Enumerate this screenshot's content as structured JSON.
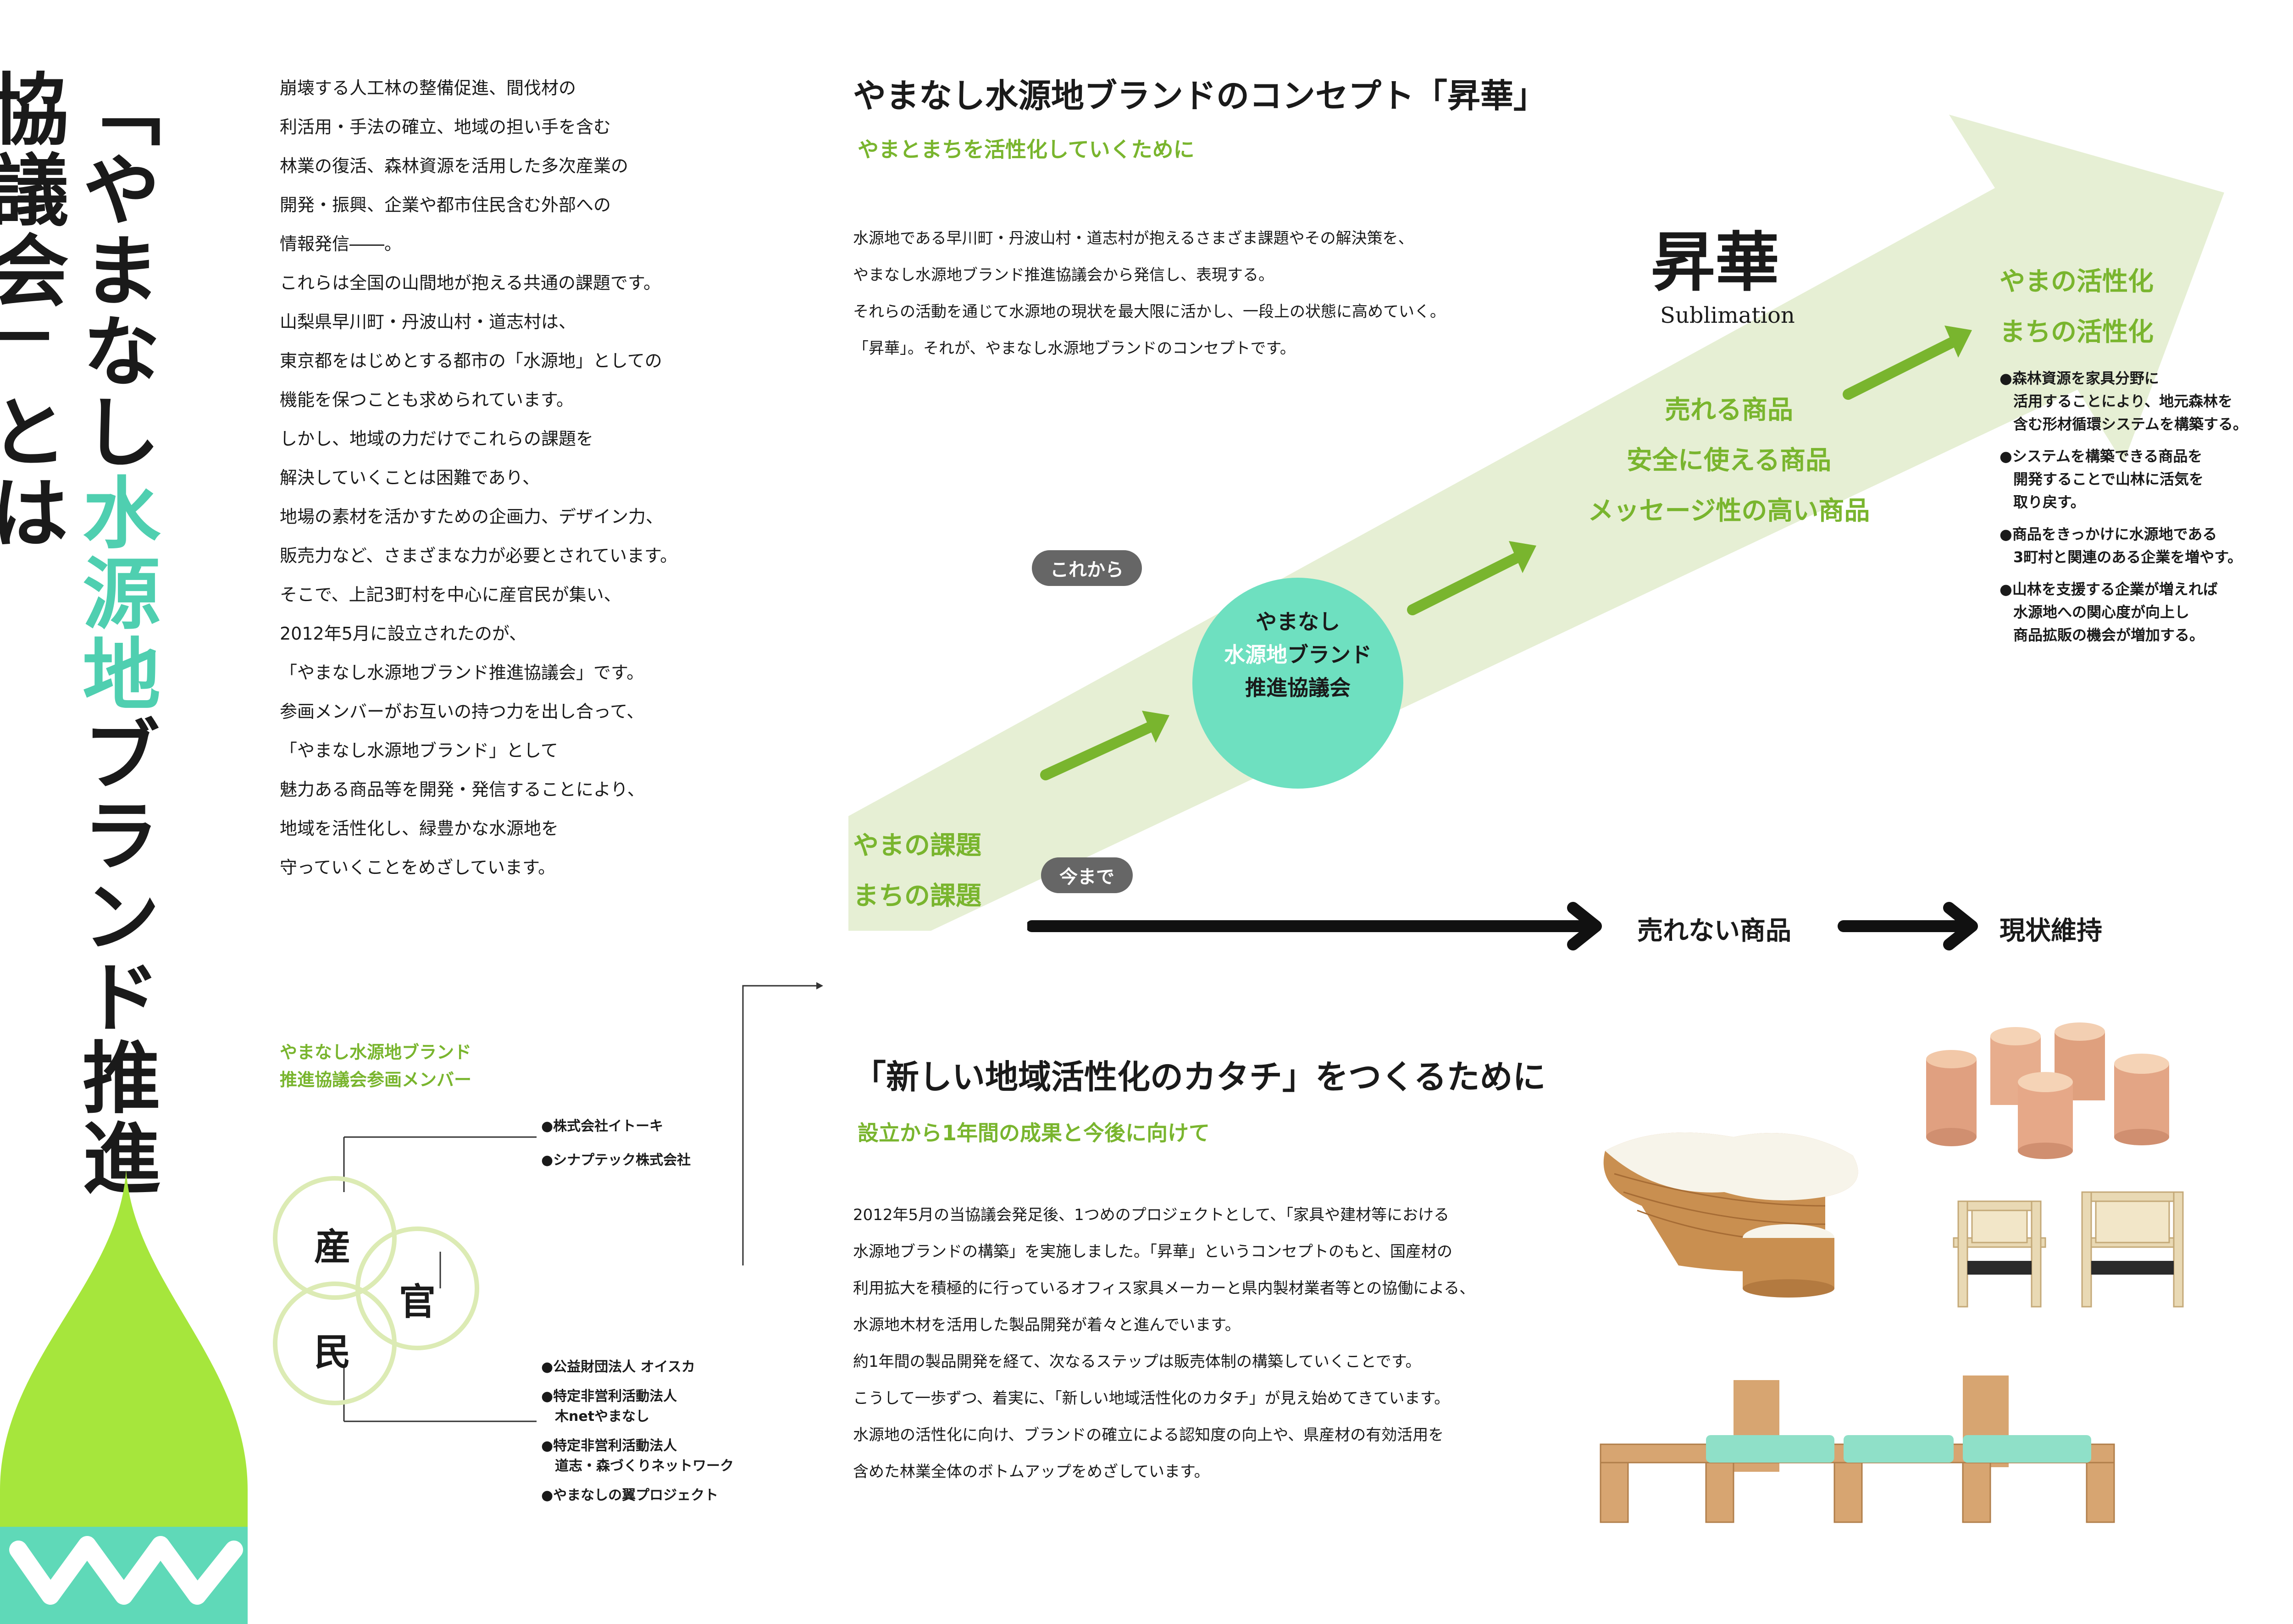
{
  "title": {
    "part1": "「やまなし",
    "part2": "水源地",
    "part3": "ブランド推進協議会」とは"
  },
  "intro_lines": [
    "崩壊する人工林の整備促進、間伐材の",
    "利活用・手法の確立、地域の担い手を含む",
    "林業の復活、森林資源を活用した多次産業の",
    "開発・振興、企業や都市住民含む外部への",
    "情報発信――。",
    "これらは全国の山間地が抱える共通の課題です。",
    "山梨県早川町・丹波山村・道志村は、",
    "東京都をはじめとする都市の「水源地」としての",
    "機能を保つことも求められています。",
    "しかし、地域の力だけでこれらの課題を",
    "解決していくことは困難であり、",
    "地場の素材を活かすための企画力、デザイン力、",
    "販売力など、さまざまな力が必要とされています。",
    "そこで、上記3町村を中心に産官民が集い、",
    "2012年5月に設立されたのが、",
    "「やまなし水源地ブランド推進協議会」です。",
    "参画メンバーがお互いの持つ力を出し合って、",
    "「やまなし水源地ブランド」として",
    "魅力ある商品等を開発・発信することにより、",
    "地域を活性化し、緑豊かな水源地を",
    "守っていくことをめざしています。"
  ],
  "members": {
    "heading1": "やまなし水源地ブランド",
    "heading2": "推進協議会参画メンバー",
    "san": "産",
    "kan": "官",
    "min": "民",
    "industry": [
      "●株式会社イトーキ",
      "●シナプテック株式会社"
    ],
    "civil": [
      "●公益財団法人 オイスカ",
      "●特定非営利活動法人",
      "木netやまなし",
      "●特定非営利活動法人",
      "道志・森づくりネットワーク",
      "●やまなしの翼プロジェクト"
    ]
  },
  "concept": {
    "heading": "やまなし水源地ブランドのコンセプト「昇華」",
    "subheading": "やまとまちを活性化していくために",
    "body": [
      "水源地である早川町・丹波山村・道志村が抱えるさまざま課題やその解決策を、",
      "やまなし水源地ブランド推進協議会から発信し、表現する。",
      "それらの活動を通じて水源地の現状を最大限に活かし、一段上の状態に高めていく。",
      "「昇華」。それが、やまなし水源地ブランドのコンセプトです。"
    ],
    "kanji": "昇華",
    "english": "Sublimation",
    "korekara": "これから",
    "imamade": "今まで",
    "problems": [
      "やまの課題",
      "まちの課題"
    ],
    "circle": [
      "やまなし",
      "水源地",
      "ブランド",
      "推進協議会"
    ],
    "products": [
      "売れる商品",
      "安全に使える商品",
      "メッセージ性の高い商品"
    ],
    "goals": [
      "やまの活性化",
      "まちの活性化"
    ],
    "bullets": [
      "●森林資源を家具分野に",
      "活用することにより、地元森林を",
      "含む形材循環システムを構築する。",
      "●システムを構築できる商品を",
      "開発することで山林に活気を",
      "取り戻す。",
      "●商品をきっかけに水源地である",
      "3町村と関連のある企業を増やす。",
      "●山林を支援する企業が増えれば",
      "水源地への関心度が向上し",
      "商品拡販の機会が増加する。"
    ],
    "unsold": "売れない商品",
    "status_quo": "現状維持"
  },
  "second": {
    "heading": "「新しい地域活性化のカタチ」をつくるために",
    "subheading": "設立から1年間の成果と今後に向けて",
    "body": [
      "2012年5月の当協議会発足後、1つめのプロジェクトとして、「家具や建材等における",
      "水源地ブランドの構築」を実施しました。「昇華」というコンセプトのもと、国産材の",
      "利用拡大を積極的に行っているオフィス家具メーカーと県内製材業者等との協働による、",
      "水源地木材を活用した製品開発が着々と進んでいます。",
      "約1年間の製品開発を経て、次なるステップは販売体制の構築していくことです。",
      "こうして一歩ずつ、着実に、「新しい地域活性化のカタチ」が見え始めてきています。",
      "水源地の活性化に向け、ブランドの確立による認知度の向上や、県産材の有効活用を",
      "含めた林業全体のボトムアップをめざしています。"
    ]
  },
  "colors": {
    "green": "#79b52e",
    "teal": "#4fcfb0",
    "pale_green": "#e6efd4",
    "circle": "#6ee0c0",
    "drop": "#a6e63c"
  }
}
